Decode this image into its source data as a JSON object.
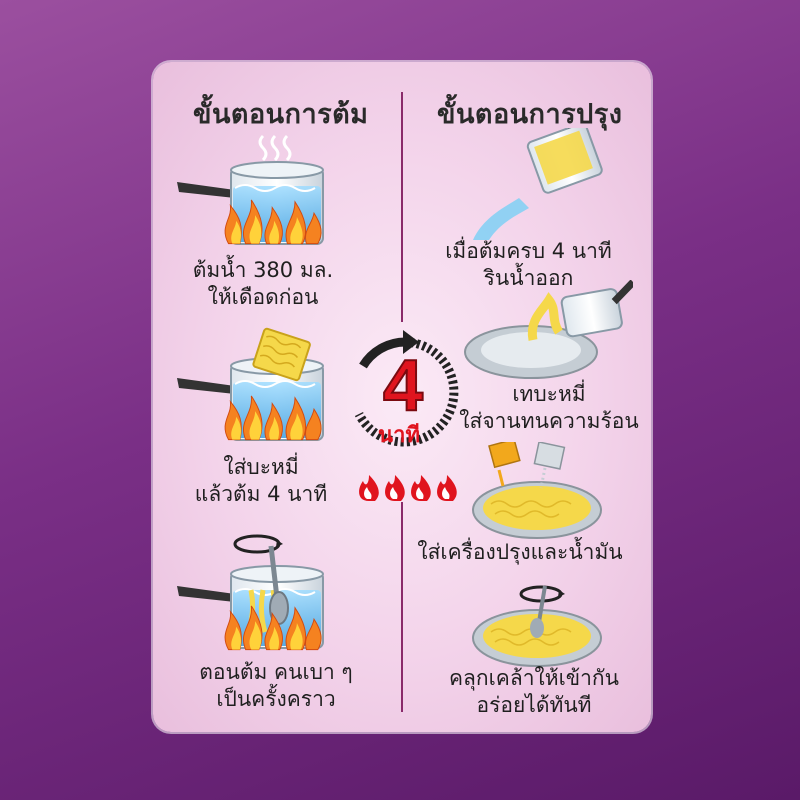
{
  "left": {
    "title": "ขั้นตอนการต้ม",
    "steps": [
      {
        "line1": "ต้มน้ำ 380 มล.",
        "line2": "ให้เดือดก่อน"
      },
      {
        "line1": "ใส่บะหมี่",
        "line2": "แล้วต้ม 4 นาที"
      },
      {
        "line1": "ตอนต้ม คนเบา ๆ",
        "line2": "เป็นครั้งคราว"
      }
    ]
  },
  "right": {
    "title": "ขั้นตอนการปรุง",
    "steps": [
      {
        "line1": "เมื่อต้มครบ 4 นาที",
        "line2": "รินน้ำออก"
      },
      {
        "line1": "เทบะหมี่",
        "line2": "ใส่จานทนความร้อน"
      },
      {
        "line1": "ใส่เครื่องปรุงและน้ำมัน",
        "line2": ""
      },
      {
        "line1": "คลุกเคล้าให้เข้ากัน",
        "line2": "อร่อยได้ทันที"
      }
    ]
  },
  "timer": {
    "number": "4",
    "unit": "นาที"
  },
  "colors": {
    "accent": "#e0141e",
    "divider": "#8a2a6a",
    "noodle": "#f5d84a",
    "water": "#6ec3ee",
    "flame": "#f58220"
  },
  "icons": [
    "steam-icon",
    "pot-icon",
    "flame-icon",
    "noodle-block-icon",
    "spoon-icon",
    "rotate-icon",
    "plate-icon",
    "seasoning-packet-icon",
    "timer-icon",
    "chili-icon"
  ]
}
